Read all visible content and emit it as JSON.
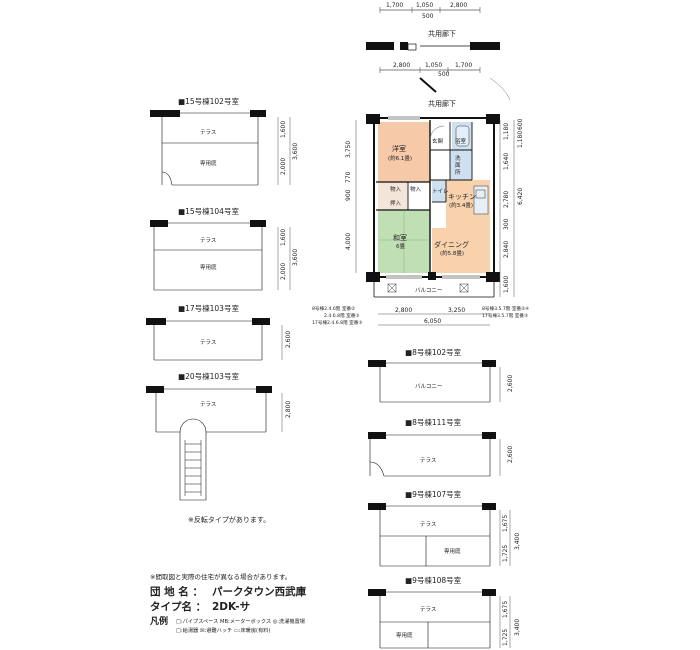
{
  "top_dims": {
    "a": "1,700",
    "b": "1,050",
    "c": "2,800",
    "d": "500"
  },
  "corridor_label": "共用廊下",
  "mid_dims": {
    "a": "2,800",
    "b": "1,050",
    "c": "1,700",
    "d": "500"
  },
  "main_plan": {
    "corridor_label": "共用廊下",
    "rooms": {
      "western": "洋室",
      "western_size": "(約6.1畳)",
      "entrance": "玄関",
      "bath": "浴室",
      "washroom_1": "洗",
      "washroom_2": "面",
      "washroom_3": "所",
      "storage_1": "物入",
      "storage_2": "物入",
      "closet": "押入",
      "toilet": "トイレ",
      "kitchen": "キッチン",
      "kitchen_size": "(約3.4畳)",
      "japanese": "和室",
      "japanese_size": "6畳",
      "dining": "ダイニング",
      "dining_size": "(約5.8畳)",
      "balcony": "バルコニー"
    },
    "left_dims": [
      "3,750",
      "900",
      "770",
      "4,000"
    ],
    "right_dims": [
      "1,180",
      "1,640",
      "2,780",
      "300",
      "2,840",
      "1,600",
      "6,420"
    ],
    "right_top_dims": [
      "600",
      "1,180"
    ],
    "bottom_dims": [
      "2,800",
      "3,250",
      "6,050"
    ],
    "notes": [
      "8号棟2.4.6階 室番②",
      "2.4.6.8階 室番③",
      "17号棟2.4.6.8階 室番③",
      "8号棟3.5.7階 室番②④",
      "17号棟3.5.7階 室番③"
    ]
  },
  "left_plans": [
    {
      "title": "■15号棟102号室",
      "terrace": "テラス",
      "garden": "専用庭",
      "dims": [
        "1,600",
        "2,000",
        "3,600"
      ]
    },
    {
      "title": "■15号棟104号室",
      "terrace": "テラス",
      "garden": "専用庭",
      "dims": [
        "1,600",
        "2,000",
        "3,600"
      ]
    },
    {
      "title": "■17号棟103号室",
      "terrace": "テラス",
      "dims": [
        "2,600"
      ]
    },
    {
      "title": "■20号棟103号室",
      "terrace": "テラス",
      "dims": [
        "2,800"
      ]
    }
  ],
  "right_plans": [
    {
      "title": "■8号棟102号室",
      "label": "バルコニー",
      "dims": [
        "2,600"
      ]
    },
    {
      "title": "■8号棟111号室",
      "label": "テラス",
      "dims": [
        "2,600"
      ]
    },
    {
      "title": "■9号棟107号室",
      "terrace": "テラス",
      "garden": "専用庭",
      "dims": [
        "1,675",
        "1,725",
        "3,400"
      ]
    },
    {
      "title": "■9号棟108号室",
      "terrace": "テラス",
      "garden": "専用庭",
      "dims": [
        "1,675",
        "1,725",
        "3,400"
      ]
    }
  ],
  "reverse_note": "※反転タイプがあります。",
  "disclaimer": "※間取図と実際の住宅が異なる場合があります。",
  "legend": {
    "estate_label": "団 地 名 ：",
    "estate_name": "パークタウン西武庫",
    "type_label": "タイプ名 ：",
    "type_name": "2DK-サ",
    "example_label": "凡例",
    "line1": "□:パイプスペース MB:メーターボックス ◎:洗濯機置場",
    "line2": "□:給湯器 ☒:避難ハッチ ▭:床暖房(有料)"
  },
  "colors": {
    "western": "#f6c9a8",
    "japanese": "#bfe0b4",
    "kitchen": "#f8d2ad",
    "wet": "#cfe1f1",
    "wall": "#111111"
  }
}
